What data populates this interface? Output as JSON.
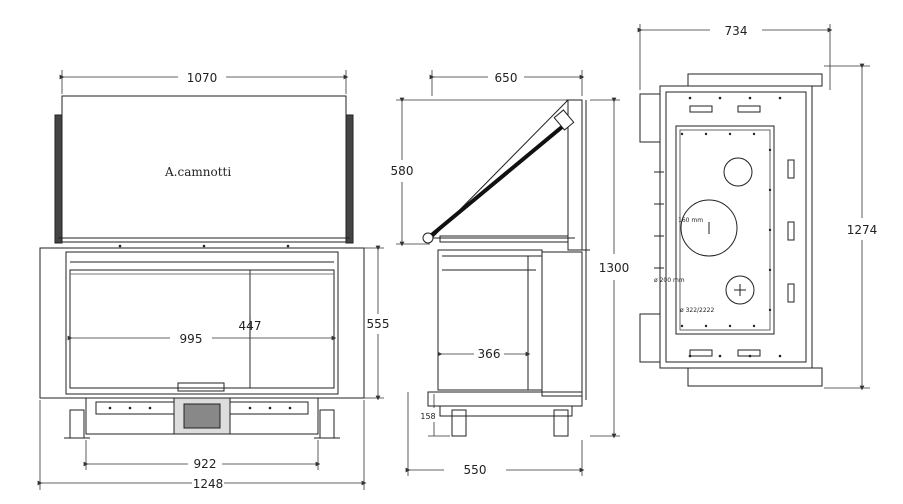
{
  "brand": "A.camnotti",
  "front_view": {
    "top_width": "1070",
    "opening_width": "995",
    "opening_height": "447",
    "height": "555",
    "base_width": "922",
    "overall_width": "1248"
  },
  "side_view": {
    "top_depth": "650",
    "hood_height": "580",
    "overall_height": "1300",
    "inner_depth": "366",
    "foot_height": "158",
    "base_depth": "550"
  },
  "rear_view": {
    "width": "734",
    "height": "1274",
    "label_160": "160 mm",
    "label_200": "ø 200 mm",
    "label_pipe": "ø 322/2222"
  }
}
